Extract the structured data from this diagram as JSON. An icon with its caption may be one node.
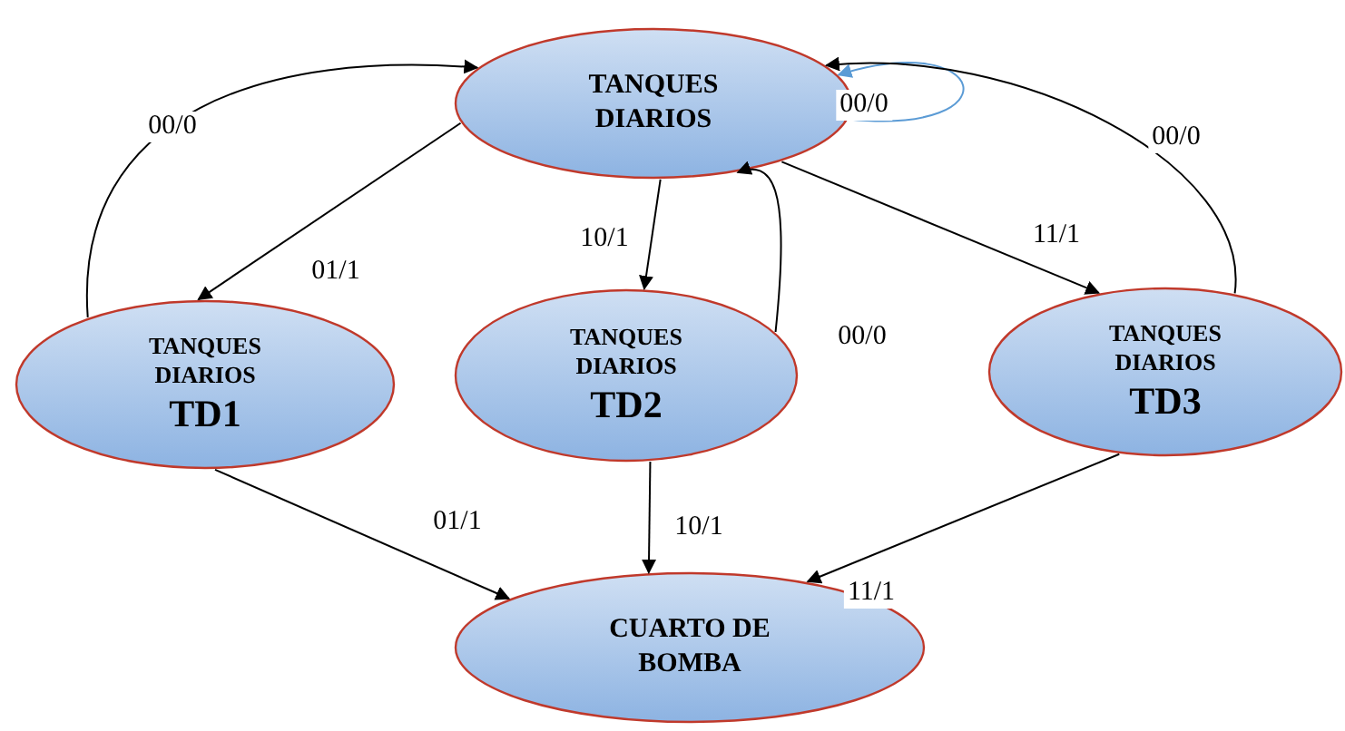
{
  "diagram": {
    "nodes": [
      {
        "text": [
          "TANQUES DIARIOS"
        ]
      },
      {
        "text": [
          "TANQUES DIARIOS",
          "TD1"
        ]
      },
      {
        "text": [
          "TANQUES DIARIOS",
          "TD2"
        ]
      },
      {
        "text": [
          "TANQUES DIARIOS",
          "TD3"
        ]
      },
      {
        "text": [
          "CUARTO DE BOMBA"
        ]
      }
    ],
    "edges": [
      {
        "from": 1,
        "to": 0,
        "arrow": "to",
        "label": "00/0"
      },
      {
        "from": 0,
        "to": 1,
        "arrow": "to",
        "label": "01/1"
      },
      {
        "from": 0,
        "to": 0,
        "arrow": "to",
        "label": "00/0",
        "color": "#5b9bd5"
      },
      {
        "from": 0,
        "to": 2,
        "arrow": "to",
        "label": "10/1"
      },
      {
        "from": 2,
        "to": 0,
        "arrow": "to",
        "label": "00/0"
      },
      {
        "from": 0,
        "to": 3,
        "arrow": "to",
        "label": "11/1"
      },
      {
        "from": 3,
        "to": 0,
        "arrow": "to",
        "label": "00/0"
      },
      {
        "from": 1,
        "to": 4,
        "arrow": "to",
        "label": "01/1"
      },
      {
        "from": 2,
        "to": 4,
        "arrow": "to",
        "label": "10/1"
      },
      {
        "from": 3,
        "to": 4,
        "arrow": "to",
        "label": "11/1"
      }
    ]
  }
}
